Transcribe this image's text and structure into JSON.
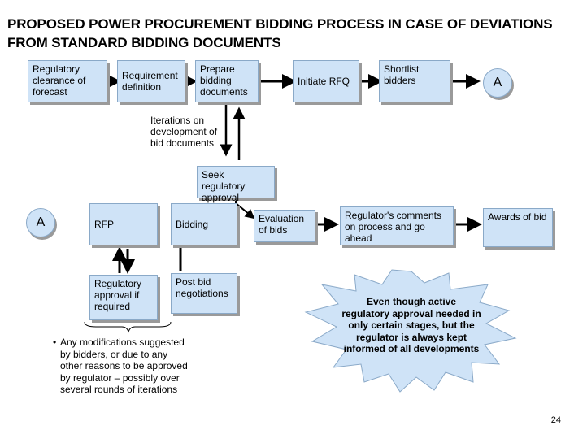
{
  "title": "PROPOSED POWER PROCUREMENT BIDDING PROCESS IN CASE OF DEVIATIONS FROM STANDARD BIDDING DOCUMENTS",
  "row1": {
    "regulatory_clearance": "Regulatory clearance of forecast",
    "requirement_definition": "Requirement definition",
    "prepare_bidding": "Prepare bidding documents",
    "initiate_rfq": "Initiate RFQ",
    "shortlist_bidders": "Shortlist bidders",
    "connector_a": "A"
  },
  "iterations": "Iterations on development of bid documents",
  "seek_approval": "Seek regulatory approval",
  "row2": {
    "connector_a": "A",
    "rfp": "RFP",
    "bidding": "Bidding",
    "evaluation": "Evaluation of bids",
    "regulator_comments": "Regulator's comments on process and go ahead",
    "awards": "Awards of bid"
  },
  "row3": {
    "regulatory_approval": "Regulatory approval if required",
    "post_bid": "Post bid negotiations"
  },
  "note": "Any modifications suggested by bidders, or due to any other reasons to be approved by regulator – possibly over several rounds of iterations",
  "burst_text": "Even though active regulatory approval needed in only certain stages, but the regulator is always kept informed of all developments",
  "page_number": "24",
  "colors": {
    "box_fill": "#cfe3f7",
    "box_border": "#8aa9c8",
    "burst_fill": "#cfe3f7"
  }
}
